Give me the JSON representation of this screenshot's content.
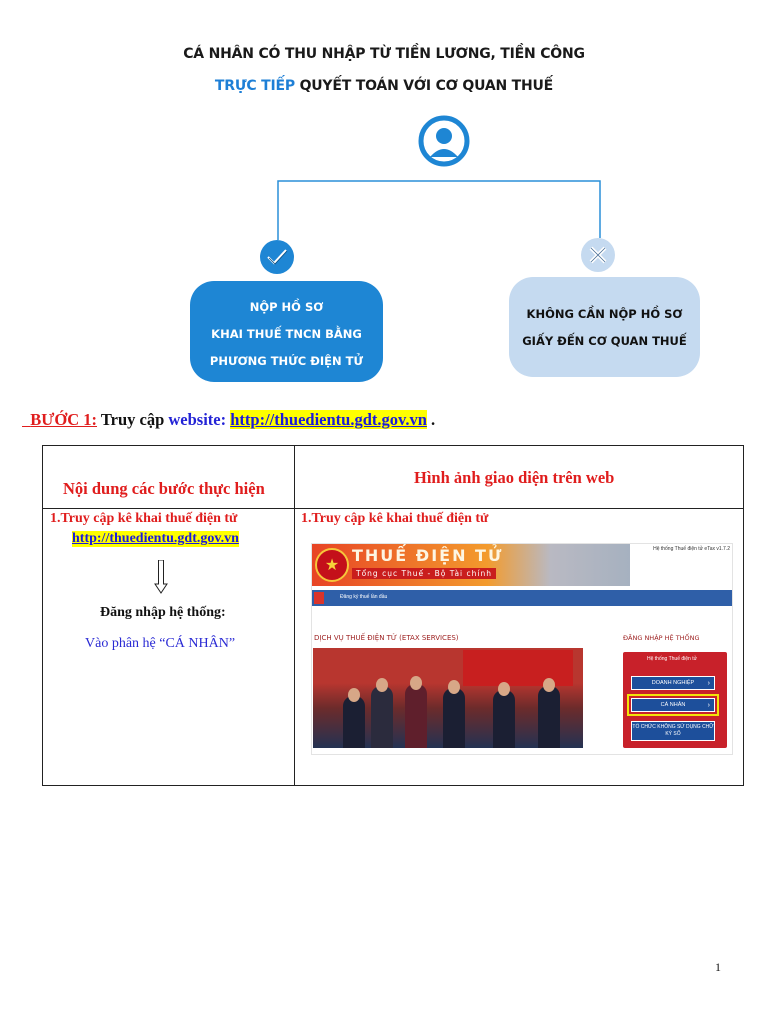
{
  "header": {
    "title": "CÁ NHÂN CÓ THU NHẬP TỪ TIỀN LƯƠNG, TIỀN CÔNG",
    "subtitle_highlight": "TRỰC TIẾP",
    "subtitle_rest": " QUYẾT TOÁN VỚI CƠ QUAN THUẾ"
  },
  "diagram": {
    "root_icon": "user-icon",
    "left_icon": "check-icon",
    "right_icon": "cross-icon",
    "left_box": [
      "NỘP HỒ SƠ",
      "KHAI THUẾ TNCN BẰNG",
      "PHƯƠNG THỨC ĐIỆN TỬ"
    ],
    "right_box": [
      "KHÔNG CẦN NỘP HỒ SƠ",
      "GIẤY ĐẾN CƠ QUAN THUẾ"
    ],
    "colors": {
      "left_box": "#1e86d4",
      "right_box": "#c5daf0",
      "accent": "#1e7fd6"
    }
  },
  "step": {
    "label": "BƯỚC 1:",
    "text": " Truy cập ",
    "website_word": "website:",
    "url": "http://thuedientu.gdt.gov.vn",
    "end": " ."
  },
  "table": {
    "col1_header": "Nội dung các bước thực hiện",
    "col2_header": "Hình ảnh giao diện trên web",
    "col1": {
      "item": "1.Truy cập kê khai thuế điện tử",
      "url": "http://thuedientu.gdt.gov.vn",
      "arrow_icon": "arrow-down-icon",
      "login": "Đăng nhập hệ thống:",
      "select": "Vào phân hệ “CÁ NHÂN”"
    },
    "col2": {
      "item": "1.Truy cập kê khai thuế điện tử"
    }
  },
  "web_screenshot": {
    "brand_title": "THUẾ ĐIỆN TỬ",
    "brand_sub": "Tổng cục Thuế - Bộ Tài chính",
    "version": "Hệ thống Thuế điện tử eTax v1.7.2",
    "nav_text": "Đăng ký thuế lần đầu",
    "services_title": "DỊCH VỤ THUẾ ĐIỆN TỬ (ETAX SERVICES)",
    "login_title": "ĐĂNG NHẬP HỆ THỐNG",
    "login_box_title": "Hệ thống Thuế điện tử",
    "buttons": [
      "DOANH NGHIỆP",
      "CÁ NHÂN",
      "TỔ CHỨC KHÔNG SỬ DỤNG CHỮ KÝ SỐ"
    ],
    "highlighted_button": "CÁ NHÂN"
  },
  "page_number": "1"
}
